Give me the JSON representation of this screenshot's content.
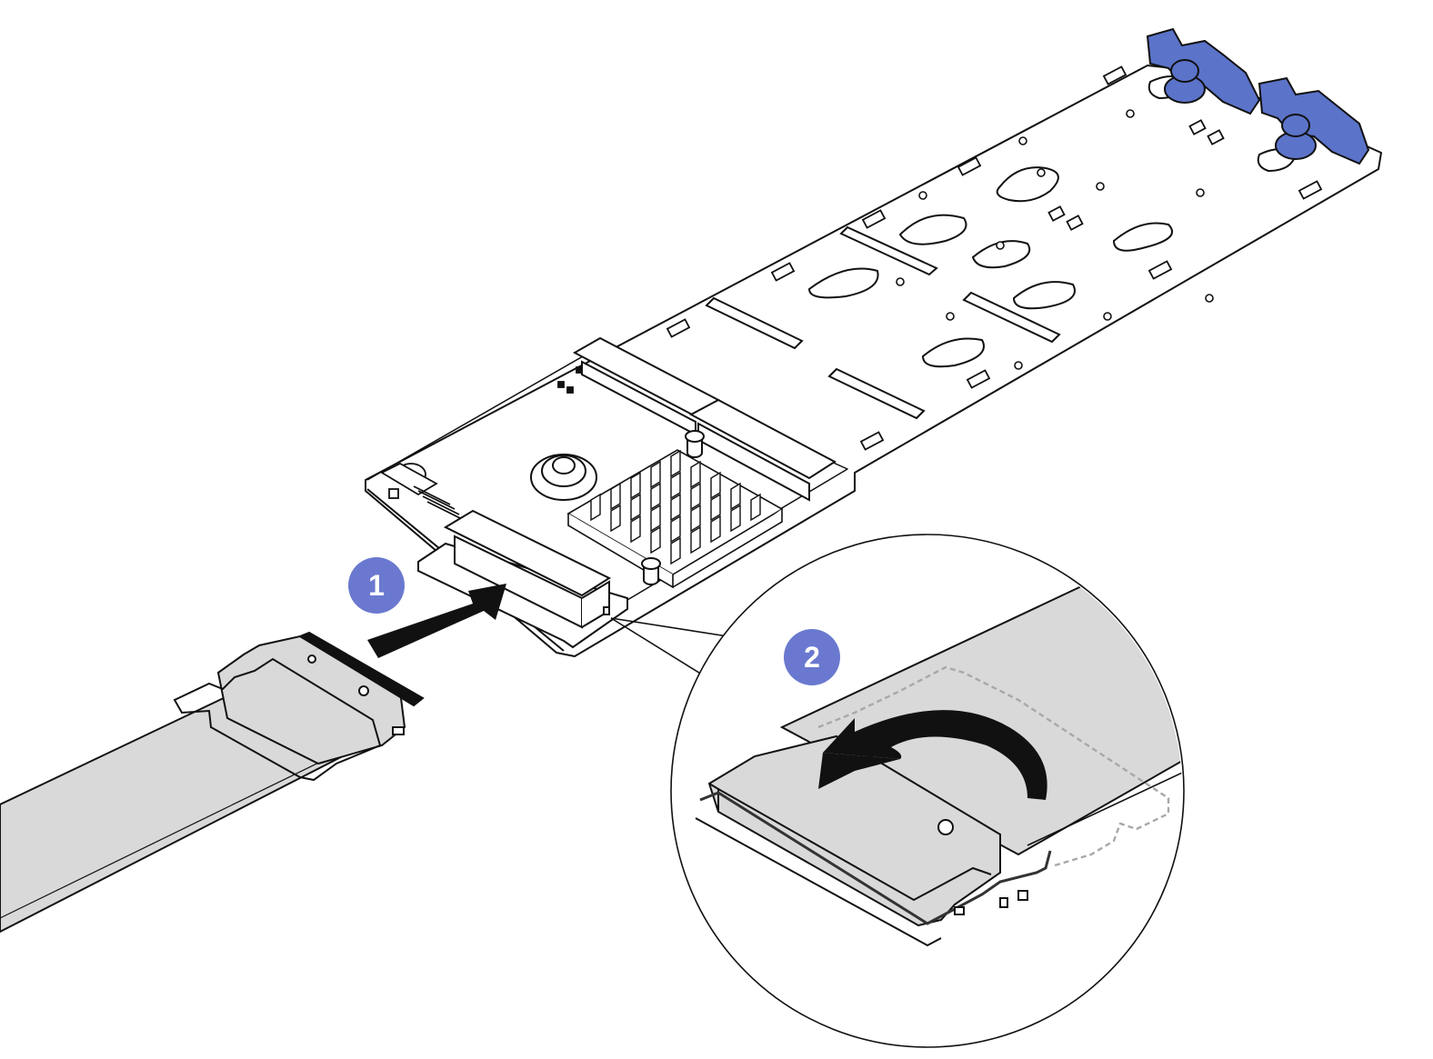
{
  "figure": {
    "background": "#ffffff",
    "line_color": "#111111",
    "cable_fill": "#d9d9d9",
    "latch_color": "#5b73c9",
    "ghost_line_color": "#a8a8a8",
    "callout_color": "#6a79cf"
  },
  "steps": [
    {
      "number": "1",
      "action": "insert-cable-connector"
    },
    {
      "number": "2",
      "action": "close-latch"
    }
  ],
  "icons": [
    "insert-arrow-icon",
    "rotate-arrow-icon"
  ]
}
